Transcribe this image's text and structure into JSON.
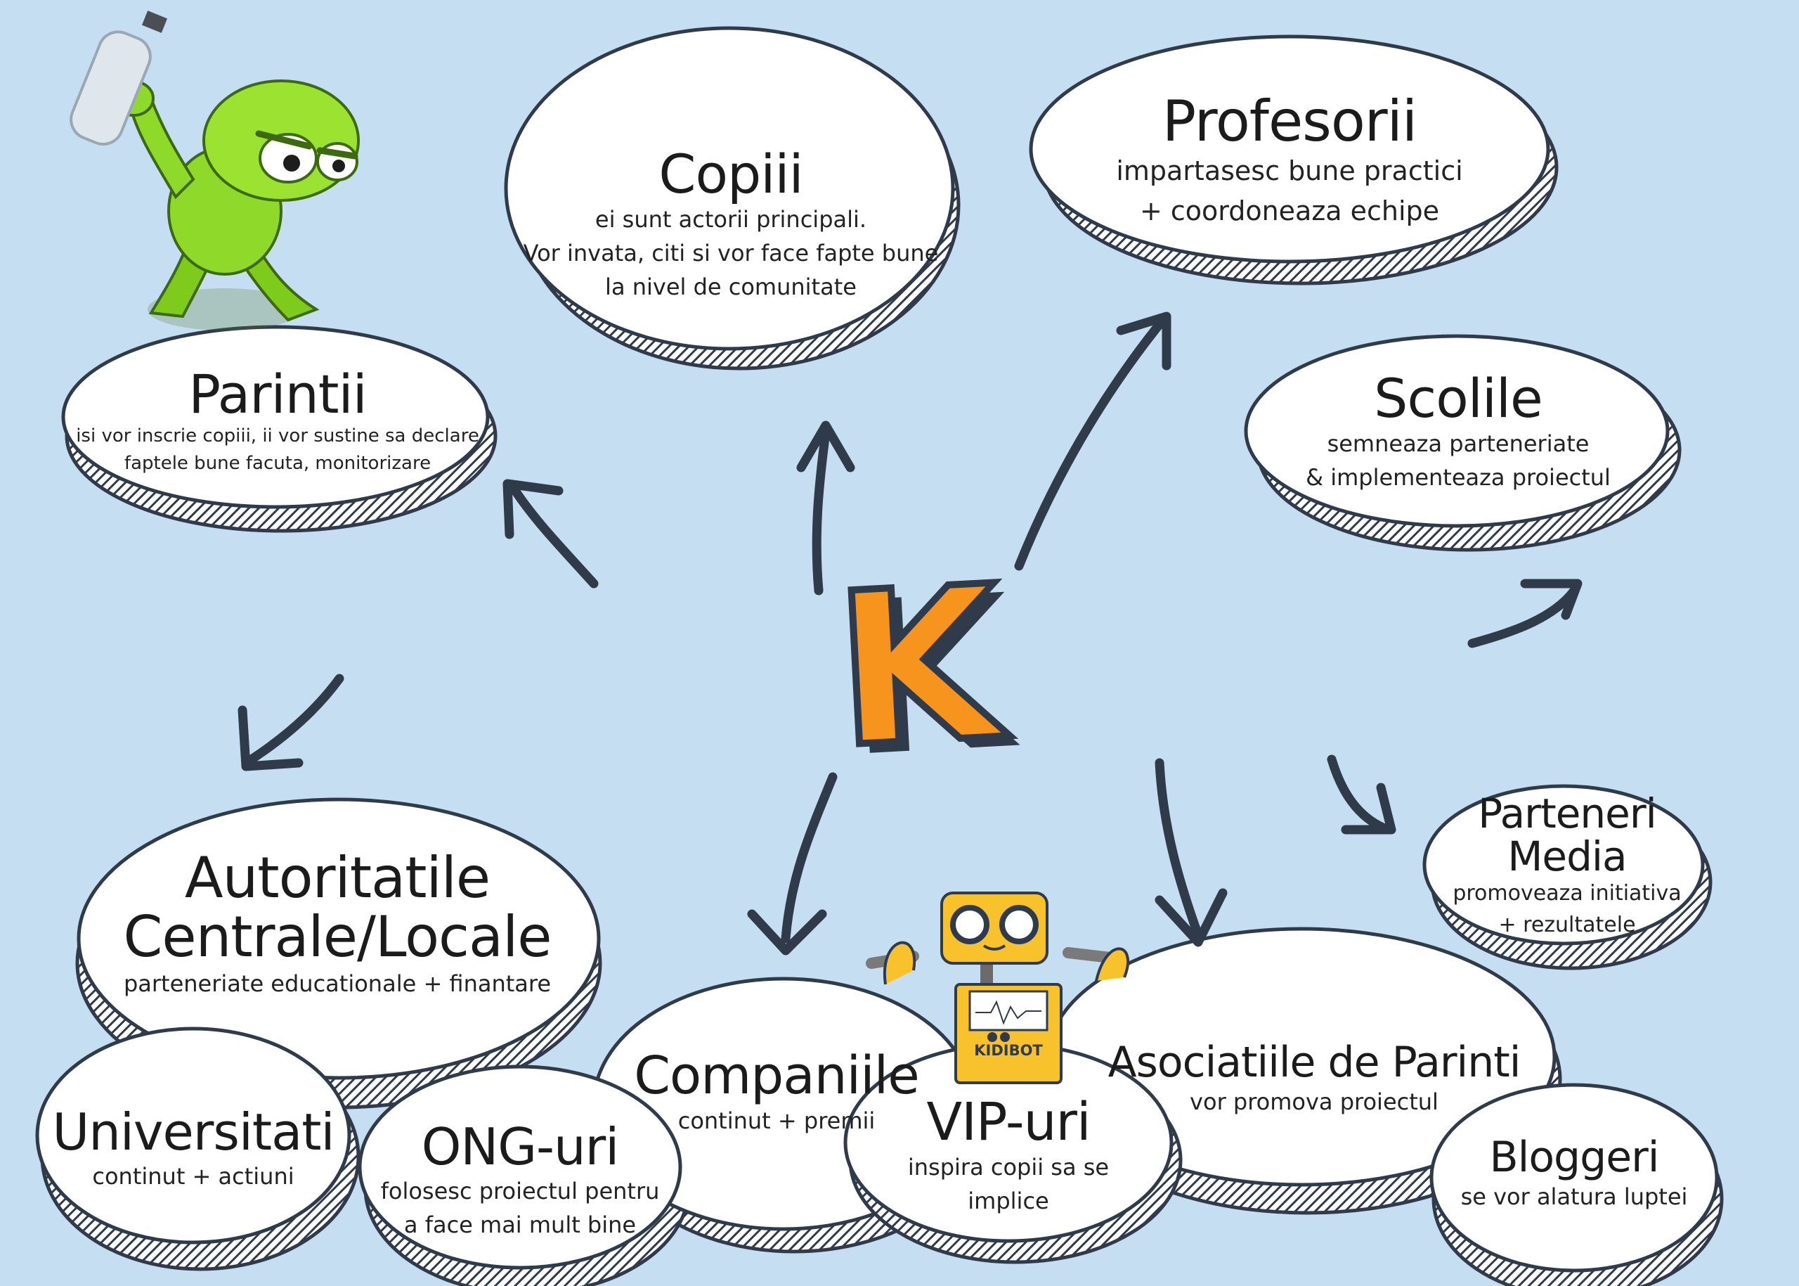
{
  "logo": {
    "letter": "K",
    "color": "#f7941d"
  },
  "robot": {
    "label": "KIDIBOT"
  },
  "nodes": {
    "copiii": {
      "title": "Copiii",
      "lines": [
        "ei sunt actorii principali.",
        "Vor invata, citi si vor face fapte bune",
        "la nivel de comunitate"
      ]
    },
    "profesorii": {
      "title": "Profesorii",
      "lines": [
        "impartasesc bune practici",
        "+ coordoneaza echipe"
      ]
    },
    "parintii": {
      "title": "Parintii",
      "lines": [
        "isi vor inscrie copiii, ii vor sustine sa declare",
        "faptele bune facuta, monitorizare"
      ]
    },
    "scolile": {
      "title": "Scolile",
      "lines": [
        "semneaza parteneriate",
        "& implementeaza proiectul"
      ]
    },
    "parteneri_media": {
      "title": "Parteneri Media",
      "lines": [
        "promoveaza initiativa",
        "+ rezultatele"
      ]
    },
    "autoritatile": {
      "title_lines": [
        "Autoritatile",
        "Centrale/Locale"
      ],
      "lines": [
        "parteneriate educationale + finantare"
      ]
    },
    "companiile": {
      "title": "Companiile",
      "lines": [
        "continut + premii"
      ]
    },
    "asociatiile": {
      "title": "Asociatiile de Parinti",
      "lines": [
        "vor promova proiectul"
      ]
    },
    "universitati": {
      "title": "Universitati",
      "lines": [
        "continut + actiuni"
      ]
    },
    "ong": {
      "title": "ONG-uri",
      "lines": [
        "folosesc proiectul pentru",
        "a face mai mult bine"
      ]
    },
    "vip": {
      "title": "VIP-uri",
      "lines": [
        "inspira copii sa se implice"
      ]
    },
    "bloggeri": {
      "title": "Bloggeri",
      "lines": [
        "se vor alatura luptei"
      ]
    }
  }
}
